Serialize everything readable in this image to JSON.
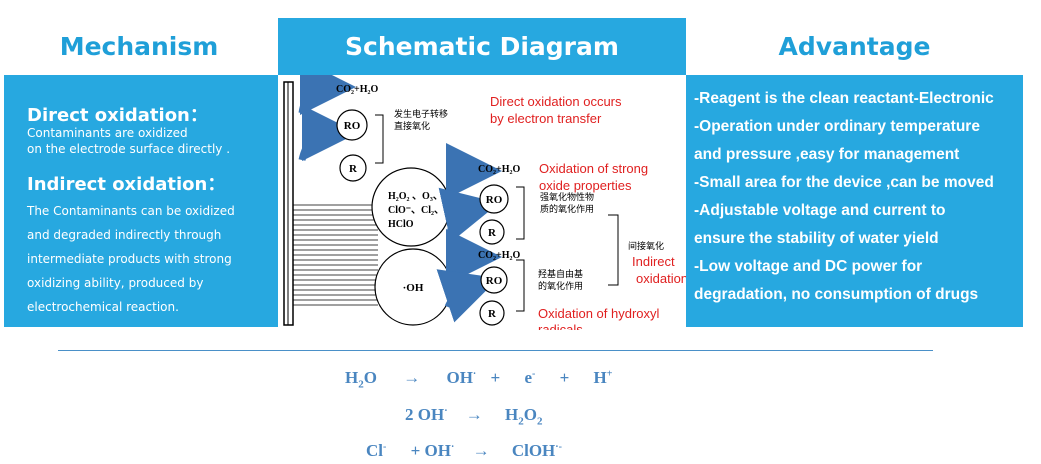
{
  "headers": {
    "mechanism": "Mechanism",
    "schematic": "Schematic Diagram",
    "advantage": "Advantage"
  },
  "mechanism": {
    "direct_title": "Direct oxidation：",
    "direct_lines": [
      "Contaminants are oxidized",
      "on the electrode surface directly ."
    ],
    "indirect_title": "Indirect oxidation：",
    "indirect_lines": [
      "The Contaminants can be oxidized",
      "and degraded indirectly through",
      "intermediate products with strong",
      "oxidizing ability, produced by",
      "electrochemical reaction."
    ]
  },
  "advantages": [
    "-Reagent is the clean reactant-Electronic",
    "-Operation under ordinary temperature",
    "and pressure ,easy for management",
    "-Small area for the device ,can be moved",
    "-Adjustable voltage and current to",
    "ensure the stability of water yield",
    "-Low voltage and DC power for",
    "degradation, no consumption of drugs"
  ],
  "diagram": {
    "products": "CO₂+H₂O",
    "ro": "RO",
    "r": "R",
    "oxidants": [
      "H₂O₂ 、O₃、",
      "ClO⁻、Cl₂、",
      "HClO"
    ],
    "oh": "·OH",
    "cn_direct": [
      "发生电子转移",
      "直接氧化"
    ],
    "cn_strong": [
      "强氧化物性物",
      "质的氧化作用"
    ],
    "cn_hydroxyl": [
      "羟基自由基",
      "的氧化作用"
    ],
    "cn_indirect": "间接氧化",
    "red_direct": [
      "Direct oxidation occurs",
      "by electron transfer"
    ],
    "red_strong": [
      "Oxidation of strong",
      "oxide properties"
    ],
    "red_indirect": [
      "Indirect",
      "oxidation"
    ],
    "red_hydroxyl": [
      "Oxidation of hydroxyl",
      "radicals"
    ],
    "colors": {
      "arrow": "#3b73b3",
      "red": "#e02020"
    }
  },
  "equations": {
    "eq1": {
      "a": "H",
      "a_sub": "2",
      "a_rest": "O",
      "arrow": "→",
      "b": "OH",
      "b_dot": "·",
      "plus1": "+",
      "e": "e",
      "e_sup": "-",
      "plus2": "+",
      "h": "H",
      "h_sup": "+"
    },
    "eq2": {
      "a": "2 OH",
      "a_dot": "·",
      "arrow": "→",
      "b": "H",
      "b_sub1": "2",
      "b_mid": "O",
      "b_sub2": "2"
    },
    "eq3": {
      "a": "Cl",
      "a_sup": "-",
      "plus": "+ OH",
      "dot": "·",
      "arrow": "→",
      "b": "ClOH",
      "b_sup": "·-"
    }
  }
}
